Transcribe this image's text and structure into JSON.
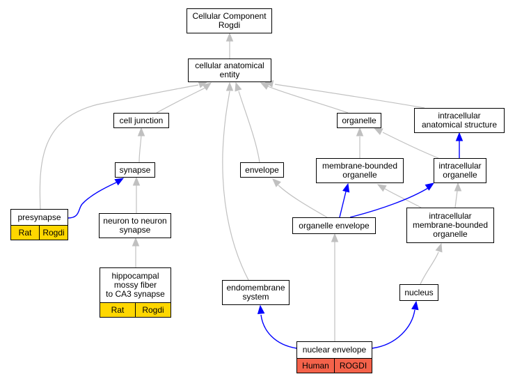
{
  "nodes": {
    "cc_root": {
      "label": "Cellular Component\nRogdi"
    },
    "cae": {
      "label": "cellular anatomical\nentity"
    },
    "cell_junction": {
      "label": "cell junction"
    },
    "organelle": {
      "label": "organelle"
    },
    "ias": {
      "label": "intracellular\nanatomical structure"
    },
    "synapse": {
      "label": "synapse"
    },
    "envelope": {
      "label": "envelope"
    },
    "mbo": {
      "label": "membrane-bounded\norganelle"
    },
    "io": {
      "label": "intracellular\norganelle"
    },
    "presynapse": {
      "label": "presynapse",
      "tags": [
        "Rat",
        "Rogdi"
      ]
    },
    "ntn": {
      "label": "neuron to neuron\nsynapse"
    },
    "oe": {
      "label": "organelle envelope"
    },
    "imbo": {
      "label": "intracellular\nmembrane-bounded\norganelle"
    },
    "hmf": {
      "label": "hippocampal\nmossy fiber\nto CA3 synapse",
      "tags": [
        "Rat",
        "Rogdi"
      ]
    },
    "endo": {
      "label": "endomembrane\nsystem"
    },
    "nucleus": {
      "label": "nucleus"
    },
    "ne": {
      "label": "nuclear envelope",
      "tags": [
        "Human",
        "ROGDI"
      ]
    }
  },
  "colors": {
    "edge_gray": "#c0c0c0",
    "edge_blue": "#0000ff",
    "rat_tag": "#ffd700",
    "human_tag": "#f4624a"
  }
}
